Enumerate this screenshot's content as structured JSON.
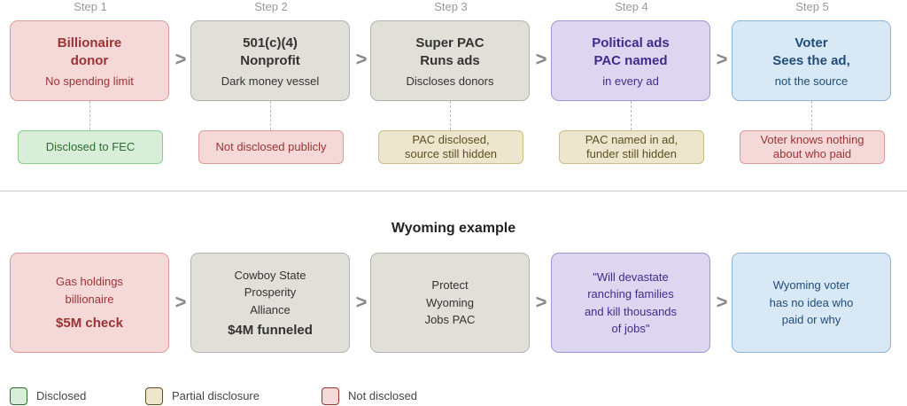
{
  "steps": [
    {
      "label": "Step 1",
      "title1": "Billionaire",
      "title2": "donor",
      "sub": "No spending limit",
      "note": "Disclosed to FEC"
    },
    {
      "label": "Step 2",
      "title1": "501(c)(4)",
      "title2": "Nonprofit",
      "sub": "Dark money vessel",
      "note": "Not disclosed publicly"
    },
    {
      "label": "Step 3",
      "title1": "Super PAC",
      "title2": "Runs ads",
      "sub": "Discloses donors",
      "note1": "PAC disclosed,",
      "note2": "source still hidden"
    },
    {
      "label": "Step 4",
      "title1": "Political ads",
      "title2": "PAC named",
      "sub": "in every ad",
      "note1": "PAC named in ad,",
      "note2": "funder still hidden"
    },
    {
      "label": "Step 5",
      "title1": "Voter",
      "title2": "Sees the ad,",
      "sub": "not the source",
      "note1": "Voter knows nothing",
      "note2": "about who paid"
    }
  ],
  "example": {
    "title": "Wyoming example",
    "boxes": [
      {
        "lines": [
          "Gas holdings",
          "billionaire"
        ],
        "amount": "$5M check"
      },
      {
        "lines": [
          "Cowboy State",
          "Prosperity",
          "Alliance"
        ],
        "amount": "$4M funneled"
      },
      {
        "lines": [
          "Protect",
          "Wyoming",
          "Jobs PAC"
        ]
      },
      {
        "lines": [
          "\"Will devastate",
          "ranching families",
          "and kill thousands",
          "of jobs\""
        ]
      },
      {
        "lines": [
          "Wyoming voter",
          "has no idea who",
          "paid or why"
        ]
      }
    ]
  },
  "legend": [
    "Disclosed",
    "Partial disclosure",
    "Not disclosed"
  ],
  "colors": {
    "disclosed": "#d8eed8",
    "partial": "#ede6cc",
    "not_disclosed": "#f5d9d9",
    "purple": "#ddd6f0",
    "blue": "#d9e8f5",
    "gray": "#e0dfd8"
  }
}
